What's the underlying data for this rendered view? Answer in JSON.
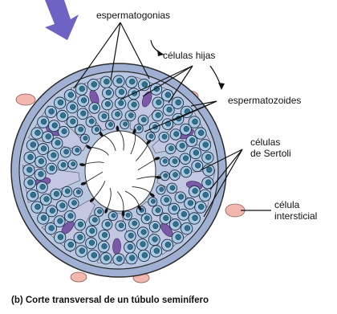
{
  "labels": {
    "spermatogonia": "espermatogonias",
    "daughter_cells": "células hijas",
    "spermatozoa": "espermatozoides",
    "sertoli_line1": "células",
    "sertoli_line2": "de Sertoli",
    "interstitial_line1": "célula",
    "interstitial_line2": "intersticial"
  },
  "caption": "(b) Corte transversal de un túbulo seminífero",
  "colors": {
    "wall": "#9fb0d2",
    "sertoli_zone": "#c4c7e2",
    "germ_cell": "#a9c8e2",
    "nucleus": "#2f6f90",
    "sertoli_nucleus": "#7a5aa8",
    "interstitial": "#f2b8b0",
    "arrow": "#6e62c4"
  }
}
